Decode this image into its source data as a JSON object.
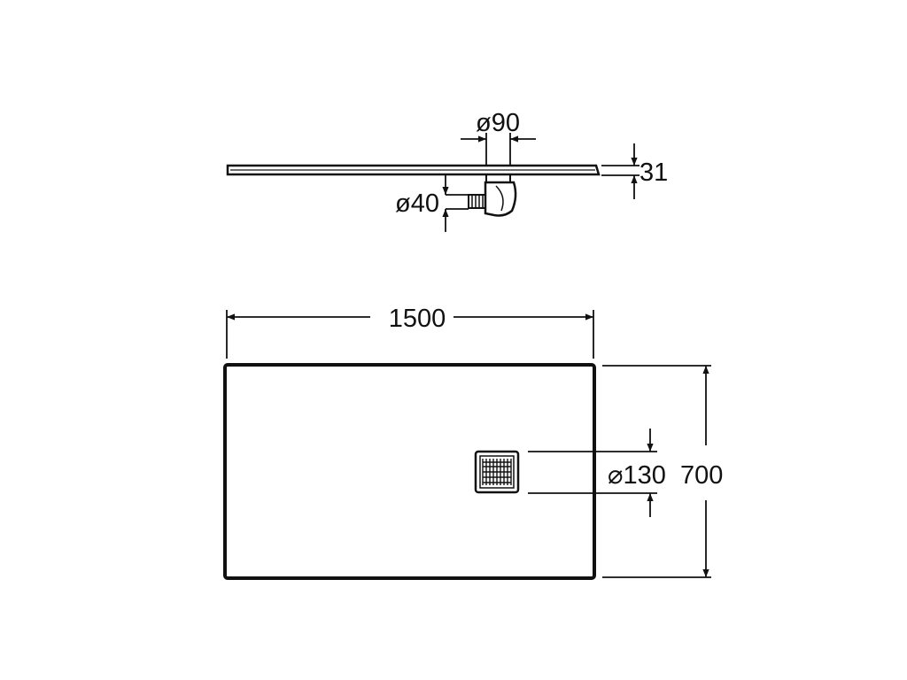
{
  "side_view": {
    "outlet_diameter": "ø90",
    "waste_diameter": "ø40",
    "tray_height": "31"
  },
  "top_view": {
    "length": "1500",
    "drain_size": "⌀130",
    "width": "700"
  },
  "colors": {
    "line": "#111111",
    "background": "#ffffff"
  }
}
